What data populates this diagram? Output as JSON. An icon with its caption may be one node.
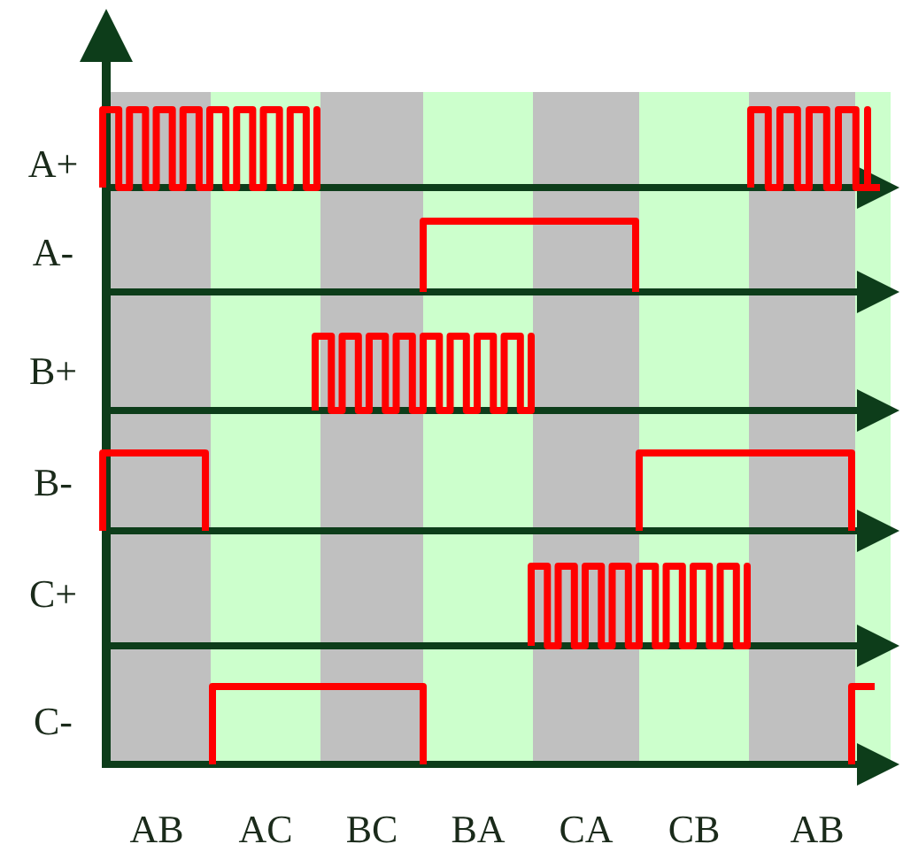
{
  "diagram": {
    "labels": [
      "A+",
      "A-",
      "B+",
      "B-",
      "C+",
      "C-",
      "AB",
      "AC",
      "BC",
      "BA",
      "CA",
      "CB",
      "AB"
    ]
  }
}
